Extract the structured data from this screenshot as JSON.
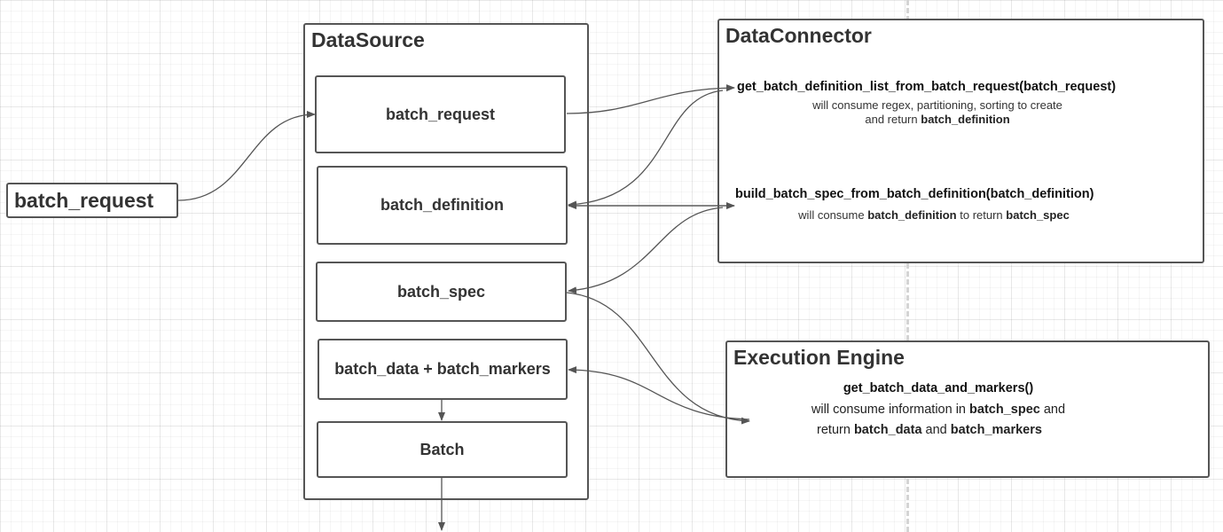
{
  "external_input": {
    "label": "batch_request"
  },
  "datasource": {
    "title": "DataSource",
    "items": [
      {
        "label": "batch_request"
      },
      {
        "label": "batch_definition"
      },
      {
        "label": "batch_spec"
      },
      {
        "label": "batch_data + batch_markers"
      },
      {
        "label": "Batch"
      }
    ]
  },
  "dataconnector": {
    "title": "DataConnector",
    "methods": [
      {
        "name": "get_batch_definition_list_from_batch_request(batch_request)",
        "desc_line1": "will consume regex, partitioning, sorting to create",
        "desc_line2_prefix": "and return",
        "desc_line2_bold": "batch_definition"
      },
      {
        "name": "build_batch_spec_from_batch_definition(batch_definition)",
        "desc_prefix": "will consume",
        "desc_bold1": "batch_definition",
        "desc_mid": "to return",
        "desc_bold2": "batch_spec"
      }
    ]
  },
  "execution_engine": {
    "title": "Execution Engine",
    "method": "get_batch_data_and_markers()",
    "line1_prefix": "will consume information in",
    "line1_bold": "batch_spec",
    "line1_suffix": "and",
    "line2_prefix": "return",
    "line2_bold1": "batch_data",
    "line2_mid": "and",
    "line2_bold2": "batch_markers"
  },
  "colors": {
    "border": "#555555",
    "connector": "#555555",
    "grid": "#e8e8e8"
  }
}
